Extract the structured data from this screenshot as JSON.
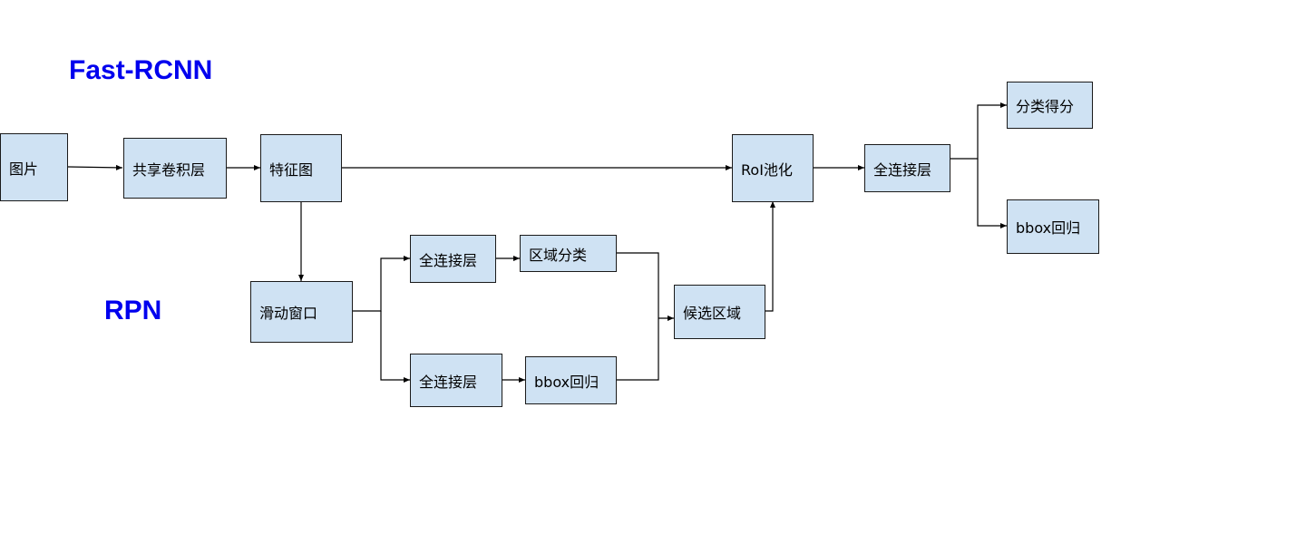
{
  "headings": {
    "fast_rcnn": "Fast-RCNN",
    "rpn": "RPN"
  },
  "nodes": {
    "image": "图片",
    "shared_conv": "共享卷积层",
    "feature_map": "特征图",
    "roi_pooling": "RoI池化",
    "fc_main": "全连接层",
    "class_score": "分类得分",
    "bbox_reg_main": "bbox回归",
    "sliding_window": "滑动窗口",
    "fc_rpn_cls": "全连接层",
    "region_cls": "区域分类",
    "fc_rpn_reg": "全连接层",
    "bbox_reg_rpn": "bbox回归",
    "proposals": "候选区域"
  },
  "colors": {
    "node_fill": "#cfe2f3",
    "node_border": "#1a1a1a",
    "heading_text": "#0000ee",
    "connector": "#000000"
  }
}
